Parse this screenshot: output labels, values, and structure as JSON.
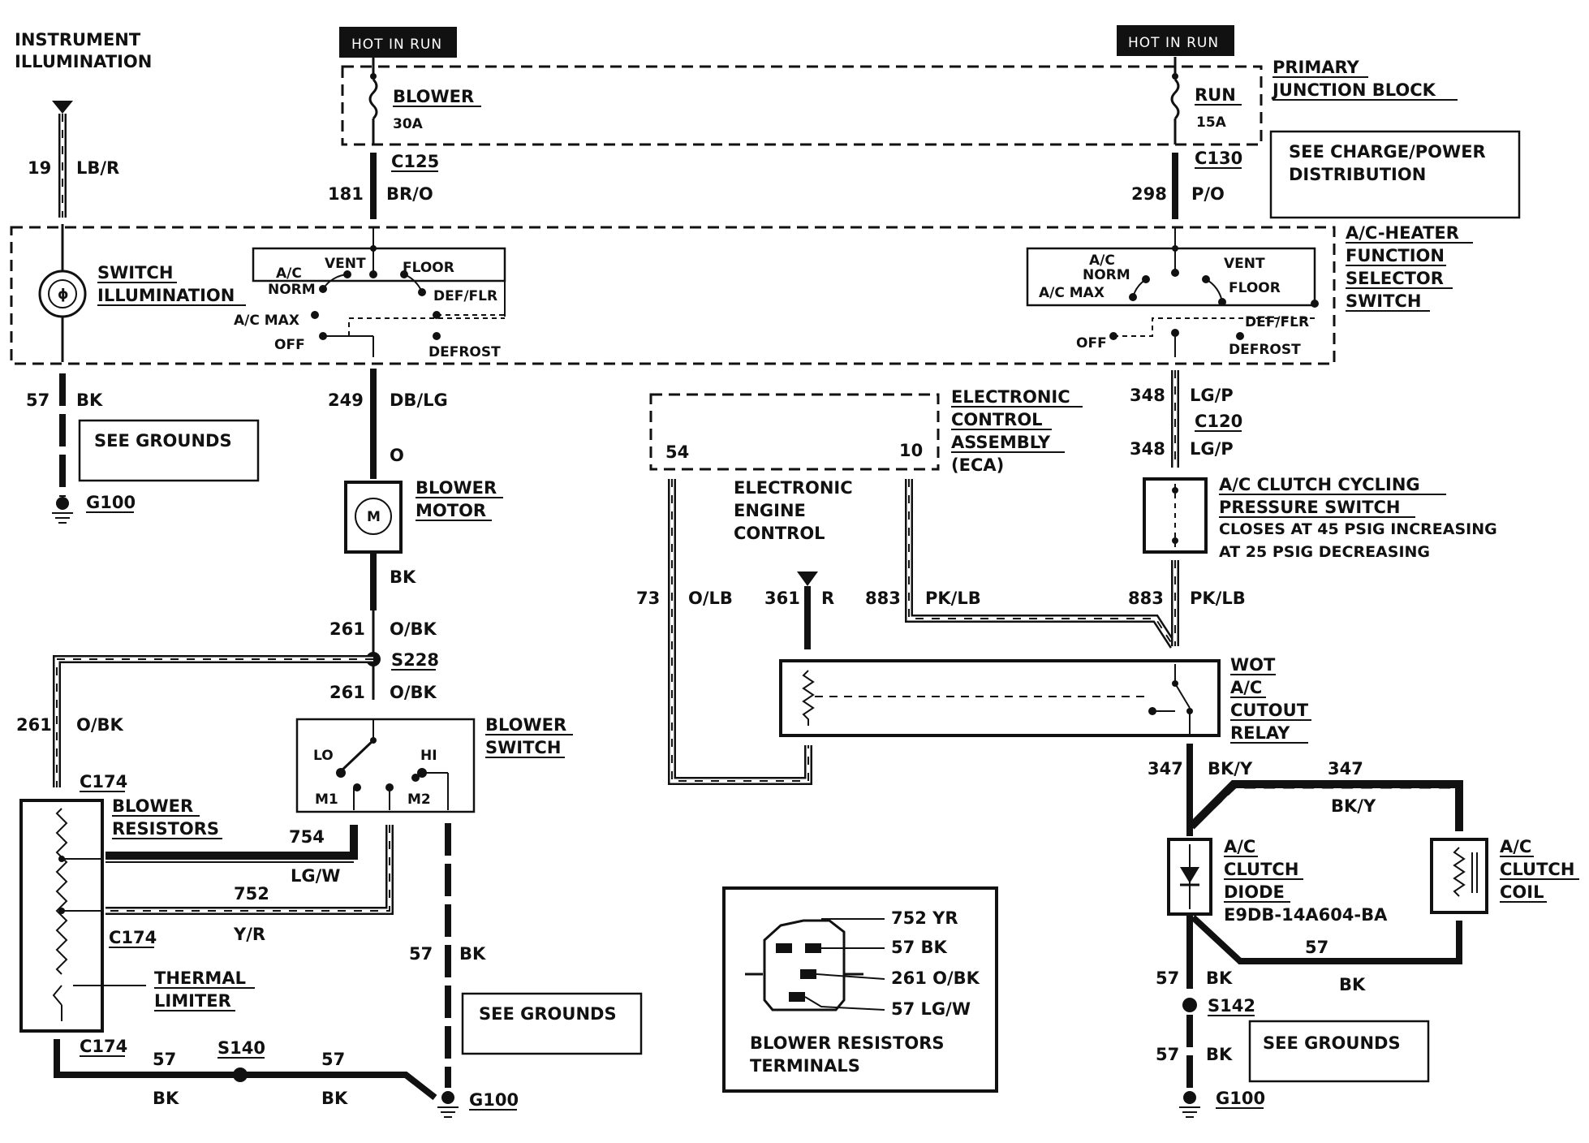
{
  "headers": {
    "hot_run_left": "HOT IN RUN",
    "hot_run_right": "HOT IN RUN"
  },
  "instrument": {
    "title_1": "INSTRUMENT",
    "title_2": "ILLUMINATION",
    "wire_num": "19",
    "wire_color": "LB/R",
    "switch_1": "SWITCH",
    "switch_2": "ILLUMINATION",
    "gnd_num": "57",
    "gnd_color": "BK",
    "see_grounds": "SEE GROUNDS",
    "ground": "G100"
  },
  "junction": {
    "primary_1": "PRIMARY",
    "primary_2": "JUNCTION BLOCK",
    "fuse_left": "BLOWER",
    "fuse_left_amp": "30A",
    "fuse_right": "RUN",
    "fuse_right_amp": "15A",
    "see_charge_1": "SEE CHARGE/POWER",
    "see_charge_2": "DISTRIBUTION"
  },
  "left_feed": {
    "conn": "C125",
    "num": "181",
    "color": "BR/O"
  },
  "right_feed": {
    "conn": "C130",
    "num": "298",
    "color": "P/O"
  },
  "selector": {
    "t1": "A/C-HEATER",
    "t2": "FUNCTION",
    "t3": "SELECTOR",
    "t4": "SWITCH",
    "vent": "VENT",
    "floor": "FLOOR",
    "ac": "A/C",
    "norm": "NORM",
    "defflr": "DEF/FLR",
    "acmax": "A/C MAX",
    "off": "OFF",
    "defrost": "DEFROST"
  },
  "blower": {
    "w249": "249",
    "c249": "DB/LG",
    "o": "O",
    "motor_1": "BLOWER",
    "motor_2": "MOTOR",
    "m": "M",
    "bk": "BK",
    "w261": "261",
    "c261": "O/BK",
    "s228": "S228",
    "sw_1": "BLOWER",
    "sw_2": "SWITCH",
    "lo": "LO",
    "hi": "HI",
    "m1": "M1",
    "m2": "M2",
    "w754": "754",
    "c754": "LG/W",
    "w752": "752",
    "c752": "Y/R",
    "w57": "57",
    "c57": "BK",
    "see_grounds": "SEE GROUNDS",
    "ground": "G100"
  },
  "resistors": {
    "c174_top": "C174",
    "c174_mid": "C174",
    "c174_bot": "C174",
    "r_1": "BLOWER",
    "r_2": "RESISTORS",
    "tl_1": "THERMAL",
    "tl_2": "LIMITER",
    "w261": "261",
    "c261": "O/BK",
    "w57a": "57",
    "s140": "S140",
    "w57b": "57",
    "bk_a": "BK",
    "bk_b": "BK"
  },
  "eca": {
    "t1": "ELECTRONIC",
    "t2": "CONTROL",
    "t3": "ASSEMBLY",
    "t4": "(ECA)",
    "pin54": "54",
    "pin10": "10",
    "eec_1": "ELECTRONIC",
    "eec_2": "ENGINE",
    "eec_3": "CONTROL",
    "w73": "73",
    "c73": "O/LB",
    "w361": "361",
    "c361": "R",
    "w883a": "883",
    "c883a": "PK/LB"
  },
  "clutch_path": {
    "w348a": "348",
    "c348a": "LG/P",
    "c120": "C120",
    "w348b": "348",
    "c348b": "LG/P",
    "cyc_1": "A/C CLUTCH CYCLING",
    "cyc_2": "PRESSURE SWITCH",
    "cyc_3": "CLOSES AT 45 PSIG INCREASING",
    "cyc_4": "AT 25 PSIG DECREASING",
    "w883b": "883",
    "c883b": "PK/LB",
    "wot_1": "WOT",
    "wot_2": "A/C",
    "wot_3": "CUTOUT",
    "wot_4": "RELAY",
    "w347a": "347",
    "c347a": "BK/Y",
    "w347b": "347",
    "c347b": "BK/Y",
    "diode_1": "A/C",
    "diode_2": "CLUTCH",
    "diode_3": "DIODE",
    "diode_pn": "E9DB-14A604-BA",
    "coil_1": "A/C",
    "coil_2": "CLUTCH",
    "coil_3": "COIL",
    "w57a": "57",
    "c57a": "BK",
    "w57b": "57",
    "c57b": "BK",
    "s142": "S142",
    "w57c": "57",
    "c57c": "BK",
    "see_grounds": "SEE GROUNDS",
    "ground": "G100"
  },
  "terminals": {
    "t1": "752 YR",
    "t2": "57 BK",
    "t3": "261 O/BK",
    "t4": "57 LG/W",
    "cap_1": "BLOWER RESISTORS",
    "cap_2": "TERMINALS"
  }
}
